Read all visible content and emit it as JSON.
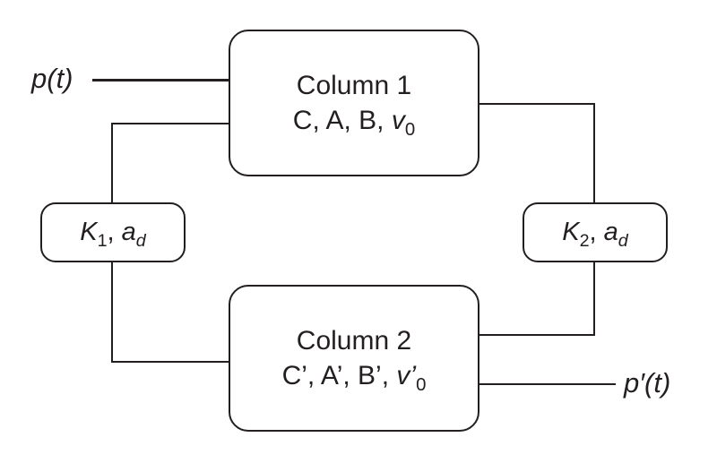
{
  "diagram": {
    "stroke_color": "#231f20",
    "background_color": "#ffffff"
  },
  "labels": {
    "input": "p(t)",
    "output": "p′(t)"
  },
  "boxes": {
    "column1": {
      "title": "Column 1",
      "params_prefix": "C, A, B, ",
      "params_var": "v",
      "params_sub": "0"
    },
    "column2": {
      "title": "Column 2",
      "params_prefix": "C’, A’, B’, ",
      "params_var": "v’",
      "params_sub": "0"
    },
    "k1": {
      "var1": "K",
      "sub1": "1",
      "sep": ", ",
      "var2": "a",
      "sub2": "d"
    },
    "k2": {
      "var1": "K",
      "sub1": "2",
      "sep": ", ",
      "var2": "a",
      "sub2": "d"
    }
  }
}
